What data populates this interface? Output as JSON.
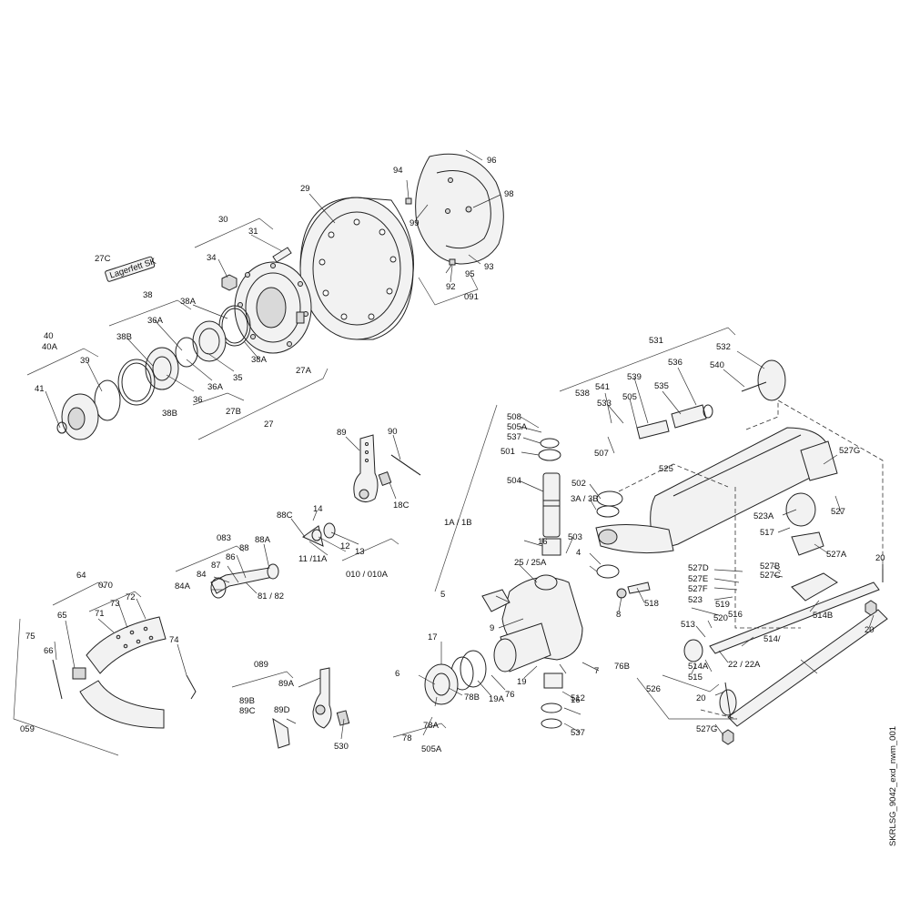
{
  "drawing_id": "SKRLSG_9042_exd_nwm_001",
  "label_plate_text": "Lagerfett SK",
  "labels": [
    "96",
    "94",
    "98",
    "29",
    "99",
    "95",
    "93",
    "92",
    "091",
    "30",
    "31",
    "27C",
    "34",
    "38",
    "38A",
    "36A",
    "38B",
    "35",
    "36",
    "27A",
    "27B",
    "27",
    "40",
    "40A",
    "39",
    "41",
    "89",
    "90",
    "18C",
    "88C",
    "14",
    "13",
    "12",
    "11 /11A",
    "010 / 010A",
    "083",
    "86",
    "88",
    "88A",
    "87",
    "84",
    "84A",
    "81 / 82",
    "64",
    "070",
    "73",
    "72",
    "71",
    "65",
    "66",
    "75",
    "74",
    "059",
    "089",
    "89A",
    "89B",
    "89C",
    "89D",
    "530",
    "531",
    "532",
    "540",
    "536",
    "538",
    "541",
    "539",
    "535",
    "533",
    "505",
    "537",
    "507",
    "508",
    "505A",
    "501",
    "504",
    "502",
    "3A / 3B",
    "1A / 1B",
    "525",
    "527G",
    "523A",
    "527",
    "517",
    "527A",
    "527B",
    "527C",
    "527D",
    "527E",
    "527F",
    "523",
    "20",
    "16",
    "503",
    "4",
    "25 / 25A",
    "5",
    "9",
    "8",
    "518",
    "519",
    "520",
    "516",
    "514B",
    "513",
    "514/",
    "514A",
    "515",
    "22 / 22A",
    "17",
    "7",
    "76B",
    "6",
    "19",
    "19A",
    "76",
    "78B",
    "78A",
    "78",
    "505A",
    "512",
    "526"
  ]
}
